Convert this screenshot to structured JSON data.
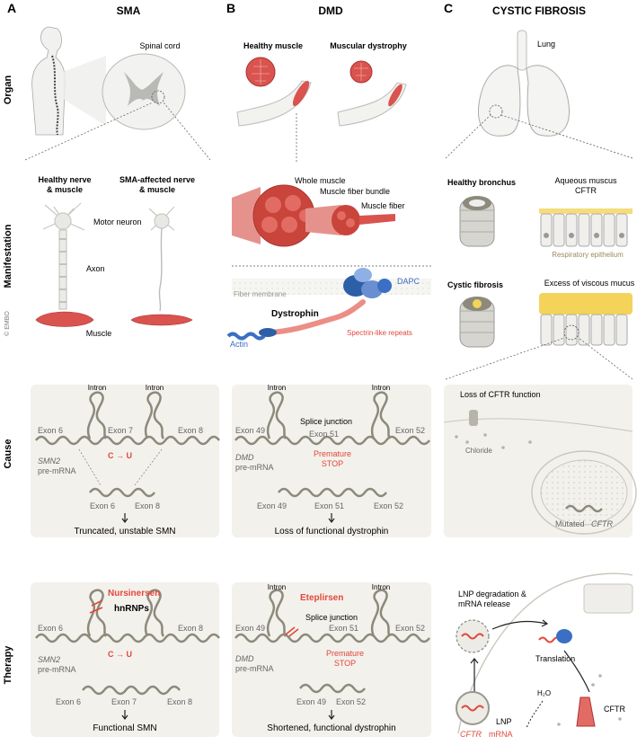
{
  "panels": [
    {
      "letter": "A",
      "title": "SMA"
    },
    {
      "letter": "B",
      "title": "DMD"
    },
    {
      "letter": "C",
      "title": "CYSTIC FIBROSIS"
    }
  ],
  "row_labels": {
    "organ": "Organ",
    "manifestation": "Manifestation",
    "cause": "Cause",
    "therapy": "Therapy"
  },
  "copyright": "© EMBO",
  "sma": {
    "organ": {
      "spinal_cord": "Spinal cord"
    },
    "manifestation": {
      "healthy_line1": "Healthy nerve",
      "healthy_line2": "& muscle",
      "affected_line1": "SMA-affected nerve",
      "affected_line2": "& muscle",
      "motor_neuron": "Motor neuron",
      "axon": "Axon",
      "muscle": "Muscle"
    },
    "cause": {
      "intron1": "Intron",
      "intron2": "Intron",
      "exon6": "Exon 6",
      "exon7": "Exon 7",
      "exon8": "Exon 8",
      "mutation": "C → U",
      "gene": "SMN2",
      "premrna": "pre-mRNA",
      "exon6_mrna": "Exon 6",
      "exon8_mrna": "Exon 8",
      "result": "Truncated, unstable SMN"
    },
    "therapy": {
      "drug": "Nursinersen",
      "target": "hnRNPs",
      "exon6": "Exon 6",
      "exon8": "Exon 8",
      "mutation": "C → U",
      "gene": "SMN2",
      "premrna": "pre-mRNA",
      "exon6_mrna": "Exon 6",
      "exon7_mrna": "Exon 7",
      "exon8_mrna": "Exon 8",
      "result": "Functional SMN"
    }
  },
  "dmd": {
    "organ": {
      "healthy": "Healthy muscle",
      "dystrophy": "Muscular dystrophy"
    },
    "manifestation": {
      "whole_muscle": "Whole muscle",
      "bundle": "Muscle fiber bundle",
      "fiber": "Muscle fiber",
      "dapc": "DAPC",
      "membrane": "Fiber membrane",
      "dystrophin": "Dystrophin",
      "actin": "Actin",
      "spectrin": "Spectrin-like repeats"
    },
    "cause": {
      "intron1": "Intron",
      "intron2": "Intron",
      "splice": "Splice junction",
      "exon49": "Exon 49",
      "exon51": "Exon 51",
      "exon52": "Exon 52",
      "gene": "DMD",
      "premrna": "pre-mRNA",
      "stop1": "Premature",
      "stop2": "STOP",
      "exon49_mrna": "Exon 49",
      "exon51_mrna": "Exon 51",
      "exon52_mrna": "Exon 52",
      "result": "Loss of functional dystrophin"
    },
    "therapy": {
      "intron1": "Intron",
      "intron2": "Intron",
      "drug": "Eteplirsen",
      "splice": "Splice junction",
      "exon49": "Exon 49",
      "exon51": "Exon 51",
      "exon52": "Exon 52",
      "gene": "DMD",
      "premrna": "pre-mRNA",
      "stop1": "Premature",
      "stop2": "STOP",
      "exon49_mrna": "Exon 49",
      "exon52_mrna": "Exon 52",
      "result": "Shortened, functional dystrophin"
    }
  },
  "cf": {
    "organ": {
      "lung": "Lung"
    },
    "manifestation": {
      "healthy": "Healthy bronchus",
      "aqueous": "Aqueous muscus",
      "cftr": "CFTR",
      "epithelium": "Respiratory epithelium",
      "cf": "Cystic fibrosis",
      "viscous": "Excess of viscous mucus"
    },
    "cause": {
      "loss": "Loss of CFTR function",
      "chloride": "Chloride",
      "mutated_prefix": "Mutated",
      "mutated_gene": "CFTR"
    },
    "therapy": {
      "lnp_line1": "LNP degradation &",
      "lnp_line2": "mRNA release",
      "translation": "Translation",
      "water": "H₂O",
      "cftr": "CFTR",
      "lnp": "LNP",
      "mrna_gene": "CFTR",
      "mrna_suffix": "mRNA"
    }
  },
  "colors": {
    "red": "#e2473a",
    "muscle": "#d9534f",
    "blue": "#3a6fc4",
    "grey_bg": "#f3f1ec",
    "strand": "#8d8a7c",
    "mucus": "#f3d35a"
  }
}
